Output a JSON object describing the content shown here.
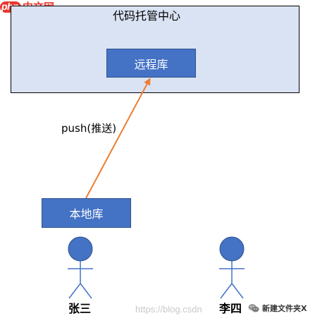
{
  "logo": {
    "badge_text": "php",
    "site_text": "中文网"
  },
  "hosting_center": {
    "title": "代码托管中心",
    "remote_repo_label": "远程库"
  },
  "local_repo_label": "本地库",
  "push_label": "push(推送)",
  "people": [
    {
      "name": "张三"
    },
    {
      "name": "李四"
    }
  ],
  "watermark": {
    "url_text": "https://blog.csdn",
    "account": "新建文件夹X"
  },
  "colors": {
    "container_fill": "#dae3f3",
    "box_fill": "#4472c4",
    "arrow": "#ed7d31",
    "person_fill": "#4472c4",
    "logo_red": "#e8382f"
  },
  "icons": {
    "wechat": "wechat-icon"
  }
}
